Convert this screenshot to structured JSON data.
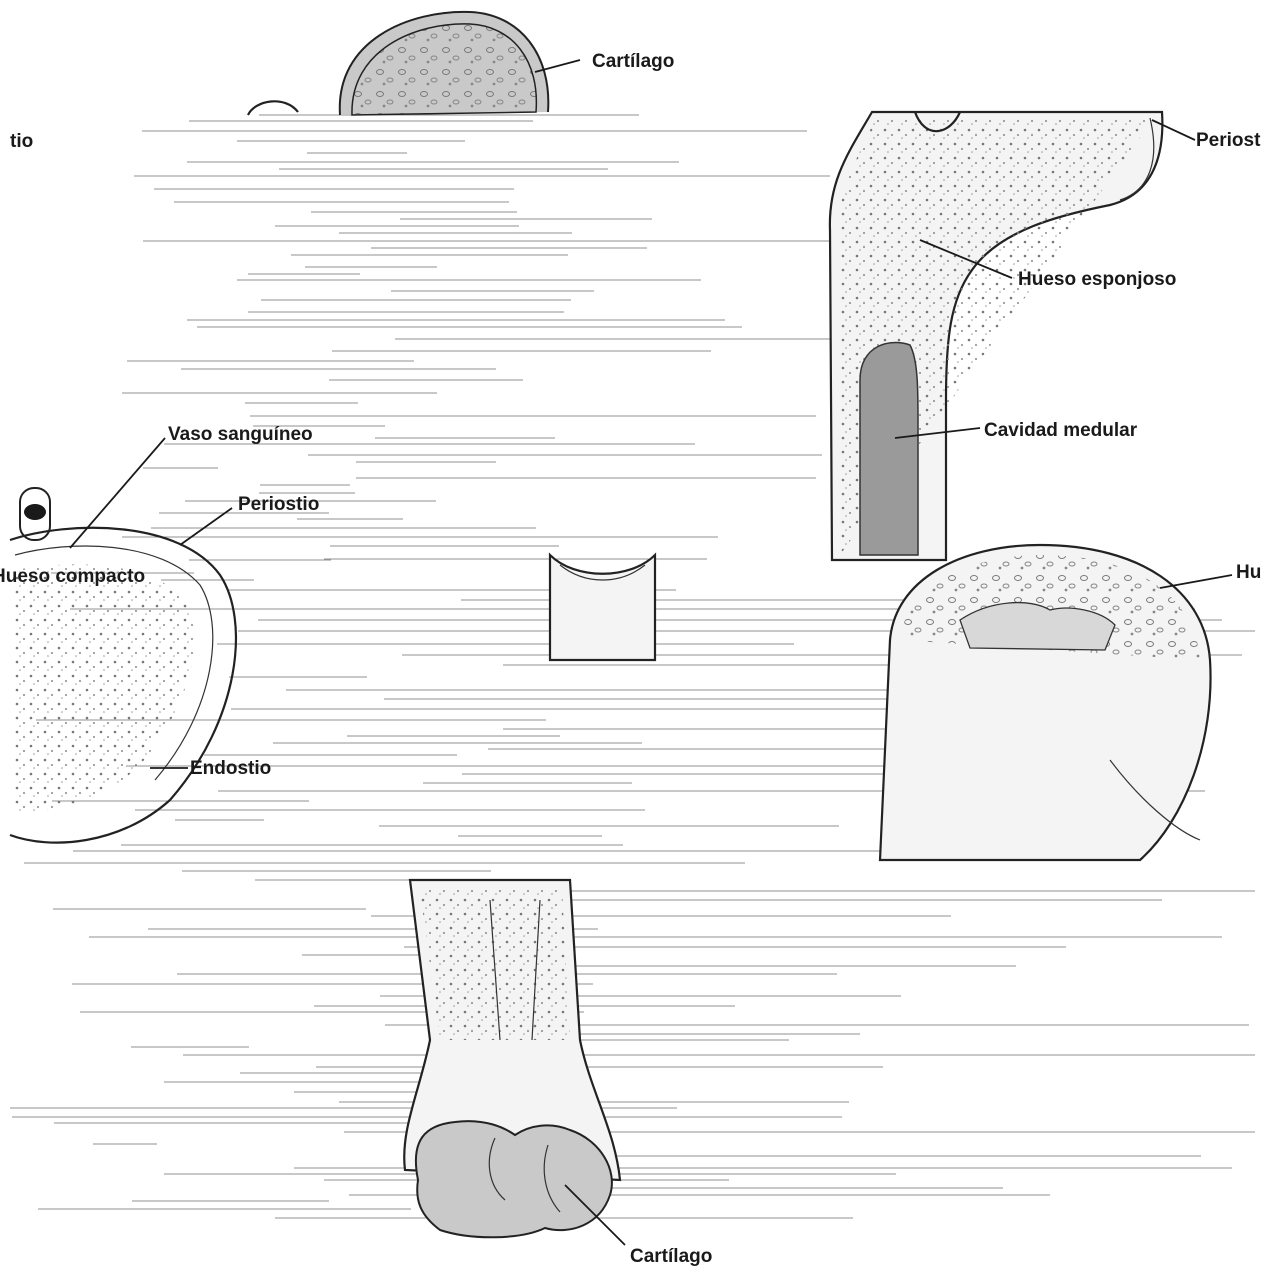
{
  "labels": {
    "cartilago_top": "Cartílago",
    "periostio_left_partial": "tio",
    "periostio_right_partial": "Periost",
    "hueso_esponjoso": "Hueso esponjoso",
    "cavidad_medular": "Cavidad medular",
    "vaso_sanguineo": "Vaso sanguíneo",
    "periostio_mid": "Periostio",
    "hueso_compacto_partial": "Hueso compacto",
    "hueso_right_partial": "Hu",
    "endostio": "Endostio",
    "cartilago_bottom": "Cartílago"
  },
  "colors": {
    "ink": "#1a1a1a",
    "cartilage_fill": "#c9c9c9",
    "marrow_fill": "#9a9a9a",
    "bone_fill": "#f4f4f4",
    "background": "#ffffff"
  }
}
